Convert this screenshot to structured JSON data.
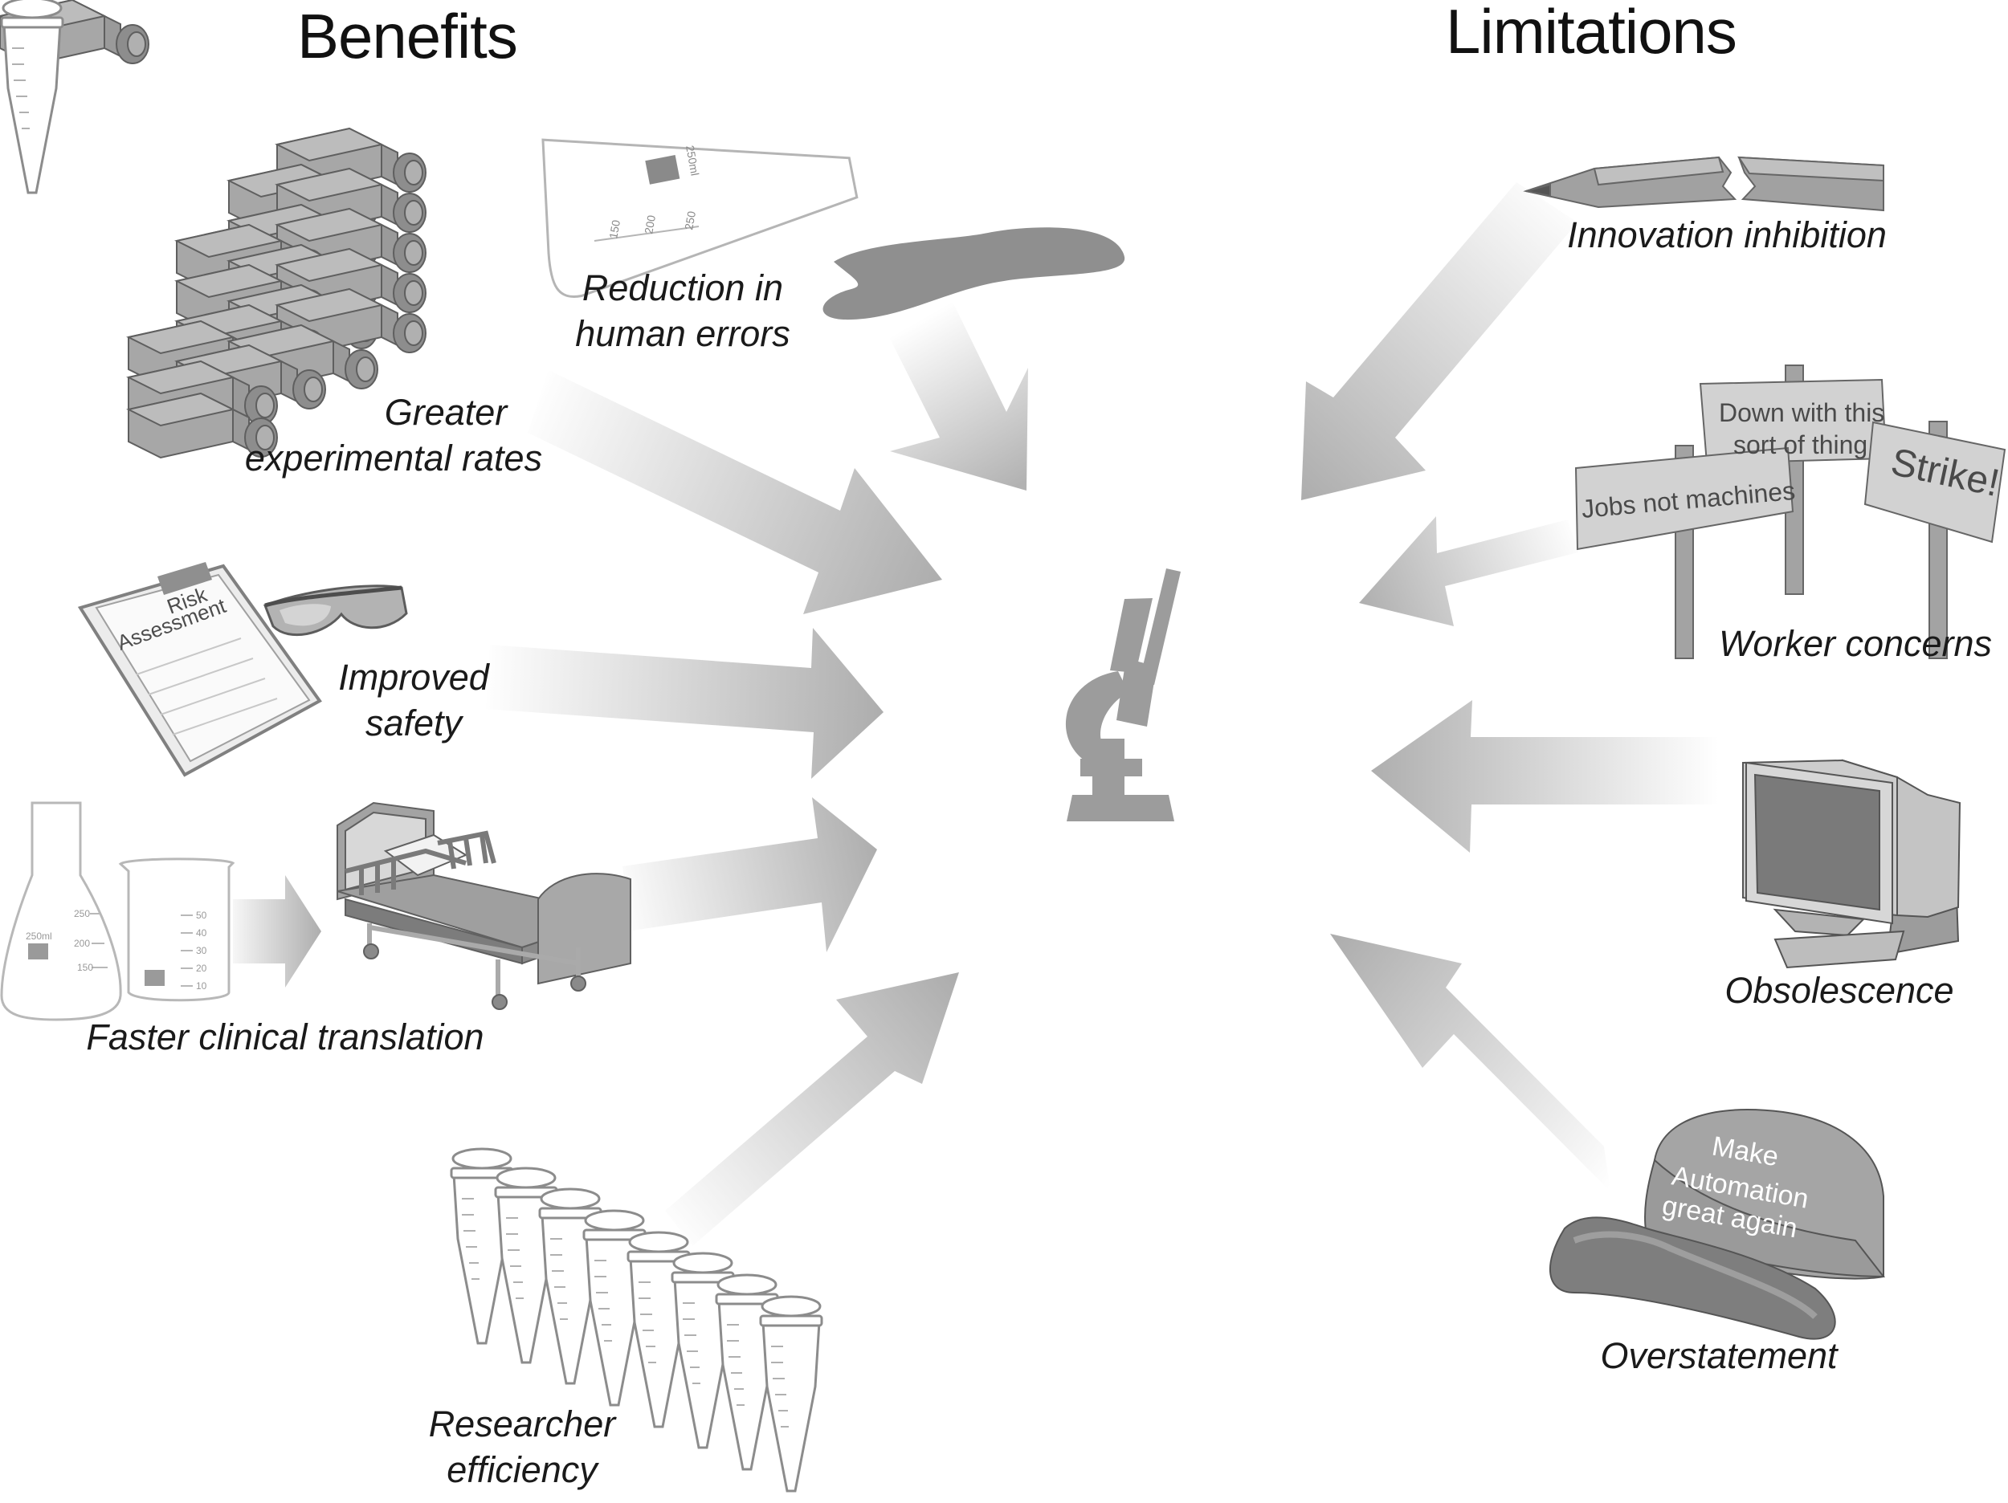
{
  "headings": {
    "benefits": "Benefits",
    "limitations": "Limitations"
  },
  "benefits": {
    "greater_rates": [
      "Greater",
      "experimental rates"
    ],
    "human_errors": [
      "Reduction in",
      "human errors"
    ],
    "safety": [
      "Improved",
      "safety"
    ],
    "clinical": "Faster clinical translation",
    "efficiency": [
      "Researcher",
      "efficiency"
    ]
  },
  "limitations": {
    "innovation": "Innovation inhibition",
    "worker": "Worker concerns",
    "obsolescence": "Obsolescence",
    "overstatement": "Overstatement"
  },
  "illustration_text": {
    "flask_volume": "250ml",
    "flask_ticks": [
      "150",
      "200",
      "250"
    ],
    "beaker_ticks": [
      "50",
      "40",
      "30",
      "20",
      "10"
    ],
    "risk_doc": [
      "Risk",
      "Assessment"
    ],
    "sign_1": [
      "Down with this",
      "sort of thing"
    ],
    "sign_2": "Jobs not machines",
    "sign_3": "Strike!",
    "cap": [
      "Make",
      "Automation",
      "great again"
    ]
  },
  "colors": {
    "arrow": "#a9a9a9",
    "icon_fill": "#a0a0a0",
    "icon_dark": "#7d7d7d",
    "outline": "#7a7a7a"
  },
  "icon_names": [
    "flask-stack-icon",
    "spill-flask-icon",
    "clipboard-icon",
    "goggles-icon",
    "erlenmeyer-icon",
    "beaker-icon",
    "hospital-bed-icon",
    "tubes-icon",
    "microscope-icon",
    "broken-pencil-icon",
    "protest-signs-icon",
    "monitor-icon",
    "cap-icon"
  ]
}
